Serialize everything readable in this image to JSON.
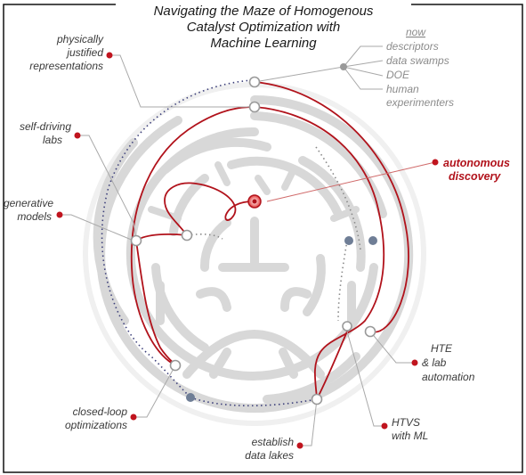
{
  "title": {
    "line1": "Navigating the Maze of Homogenous",
    "line2": "Catalyst Optimization with",
    "line3": "Machine Learning"
  },
  "now": {
    "heading": "now",
    "items": [
      "descriptors",
      "data swamps",
      "DOE",
      "human",
      "experimenters"
    ]
  },
  "target": {
    "line1": "autonomous",
    "line2": "discovery"
  },
  "labels": {
    "physically": {
      "line1": "physically",
      "line2": "justified",
      "line3": "representations"
    },
    "self_driving": {
      "line1": "self-driving",
      "line2": "labs"
    },
    "generative": {
      "line1": "generative",
      "line2": "models"
    },
    "closed_loop": {
      "line1": "closed-loop",
      "line2": "optimizations"
    },
    "establish": {
      "line1": "establish",
      "line2": "data lakes"
    },
    "htvs": {
      "line1": "HTVS",
      "line2": "with ML"
    },
    "hte": {
      "line1": "HTE",
      "line2": "& lab",
      "line3": "automation"
    }
  },
  "colors": {
    "path": "#b1121b",
    "dotted_path": "#3c3f7a",
    "maze": "#d9d9d9",
    "marker": "#c0141e",
    "node_blue": "#6f7e96",
    "node_gray": "#999999"
  }
}
